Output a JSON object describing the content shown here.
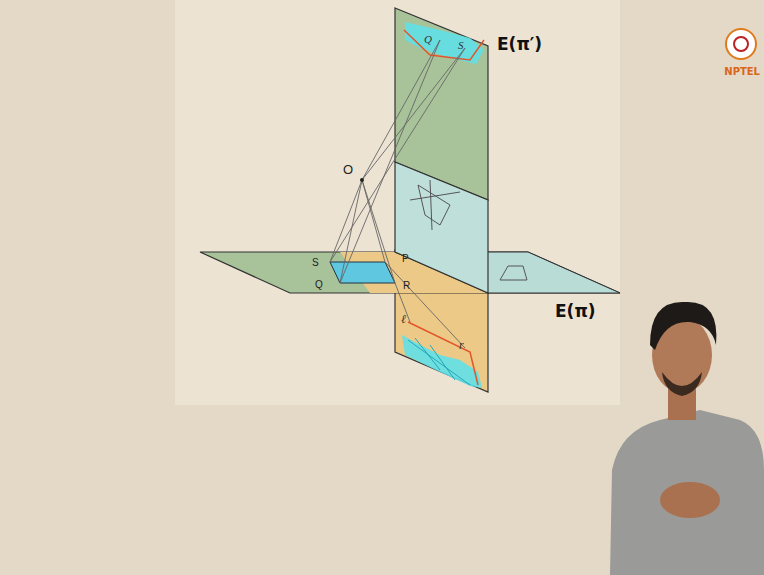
{
  "diagram": {
    "labels": [
      "O",
      "S",
      "P",
      "Q",
      "R",
      "E(π′)",
      "E(π)",
      "Q",
      "S",
      "ℓ",
      "r",
      "NPTEL"
    ]
  }
}
